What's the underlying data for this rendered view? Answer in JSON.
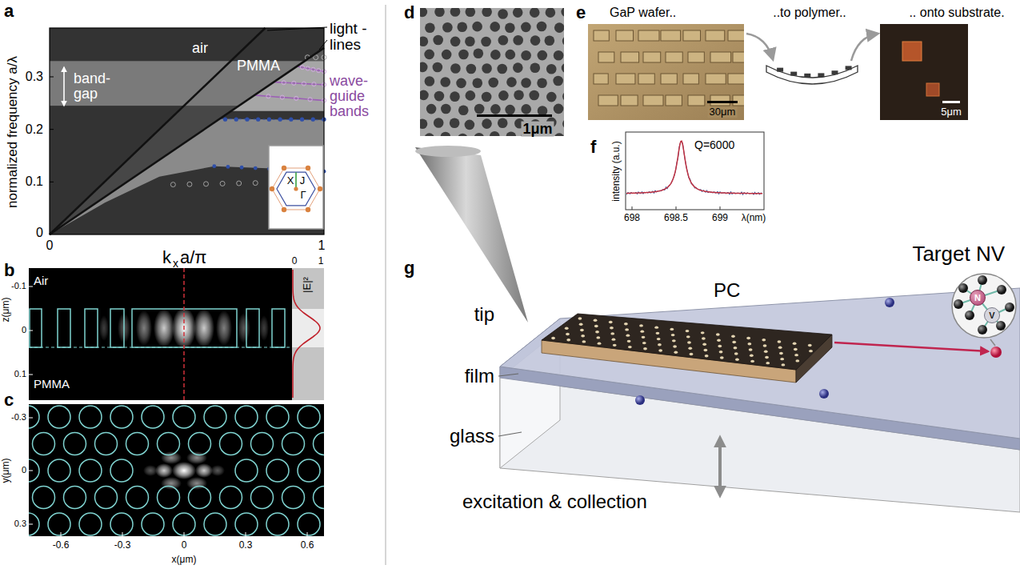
{
  "diagram": {
    "nodes": [
      {
        "text": [
          "PC"
        ]
      },
      {
        "text": [
          "Target NV"
        ]
      },
      {
        "text": [
          "N"
        ],
        "in": 1
      },
      {
        "text": [
          "V"
        ],
        "in": 1
      }
    ],
    "labels": [
      "a",
      "light -lines",
      "air",
      "PMMA",
      "band- gap",
      "wave- guide bands",
      "normalized frequency a/λ",
      "0.3",
      "0.2",
      "0.1",
      "0",
      "0",
      "1",
      "k",
      "x",
      "a/π",
      "X",
      "J",
      "Γ",
      "b",
      "Air",
      "PMMA",
      "z(μm)",
      "-0.1",
      "0",
      "0.1",
      "0",
      "1",
      "|E|²",
      "c",
      "y(μm)",
      "-0.3",
      "0",
      "0.3",
      "-0.6",
      "-0.3",
      "0",
      "0.3",
      "0.6",
      "x(μm)",
      "d",
      "1μm",
      "e",
      "GaP wafer..",
      "30μm",
      "..to polymer..",
      ".. onto substrate.",
      "5μm",
      "f",
      "Q=6000",
      "intensity (a.u.)",
      "698",
      "698.5",
      "699",
      "λ(nm)",
      "g",
      "tip",
      "film",
      "glass",
      "excitation & collection"
    ]
  }
}
